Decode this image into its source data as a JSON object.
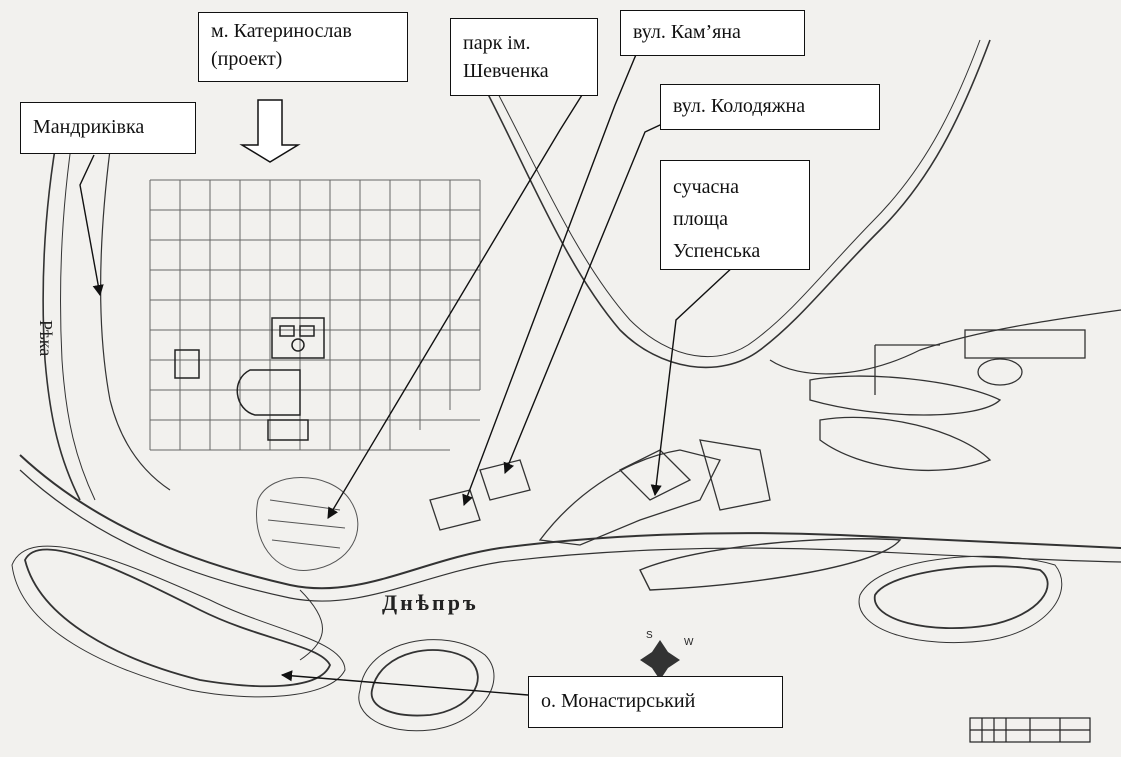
{
  "map": {
    "river_main": "Днѣпръ",
    "river_side": "Рѣка",
    "compass": {
      "south": "S",
      "west": "W"
    }
  },
  "labels": {
    "katerynoslav": [
      "м. Катеринослав",
      "(проект)"
    ],
    "mandrykivka": "Мандриківка",
    "park": [
      "парк  ім.",
      "Шевченка"
    ],
    "kamyana": "вул. Кам’яна",
    "kolodyazhna": "вул. Колодяжна",
    "uspenska": [
      "сучасна",
      "площа",
      "Успенська"
    ],
    "monastyrskyi": "о. Монастирський"
  },
  "colors": {
    "ink": "#222222",
    "paper": "#f2f1ee",
    "label_bg": "#ffffff"
  }
}
